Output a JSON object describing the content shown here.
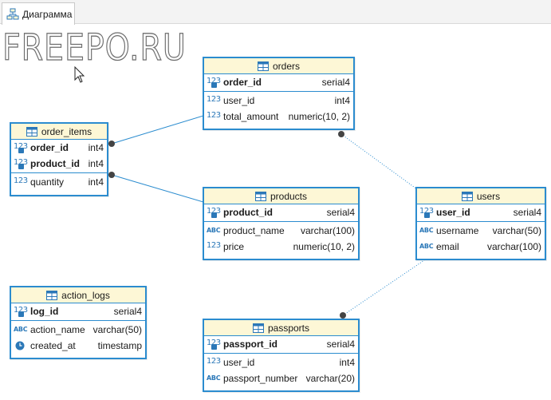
{
  "tab": {
    "label": "Диаграмма"
  },
  "watermark": {
    "text": "FREEPO.RU"
  },
  "entities": {
    "orders": {
      "title": "orders",
      "columns": [
        {
          "name": "order_id",
          "type": "serial4",
          "icon": "number-key-icon"
        },
        {
          "name": "user_id",
          "type": "int4",
          "icon": "number-icon"
        },
        {
          "name": "total_amount",
          "type": "numeric(10, 2)",
          "icon": "number-icon"
        }
      ]
    },
    "order_items": {
      "title": "order_items",
      "columns": [
        {
          "name": "order_id",
          "type": "int4",
          "icon": "number-key-icon"
        },
        {
          "name": "product_id",
          "type": "int4",
          "icon": "number-key-icon"
        },
        {
          "name": "quantity",
          "type": "int4",
          "icon": "number-icon"
        }
      ]
    },
    "products": {
      "title": "products",
      "columns": [
        {
          "name": "product_id",
          "type": "serial4",
          "icon": "number-key-icon"
        },
        {
          "name": "product_name",
          "type": "varchar(100)",
          "icon": "text-icon"
        },
        {
          "name": "price",
          "type": "numeric(10, 2)",
          "icon": "number-icon"
        }
      ]
    },
    "users": {
      "title": "users",
      "columns": [
        {
          "name": "user_id",
          "type": "serial4",
          "icon": "number-key-icon"
        },
        {
          "name": "username",
          "type": "varchar(50)",
          "icon": "text-icon"
        },
        {
          "name": "email",
          "type": "varchar(100)",
          "icon": "text-icon"
        }
      ]
    },
    "action_logs": {
      "title": "action_logs",
      "columns": [
        {
          "name": "log_id",
          "type": "serial4",
          "icon": "number-key-icon"
        },
        {
          "name": "action_name",
          "type": "varchar(50)",
          "icon": "text-icon"
        },
        {
          "name": "created_at",
          "type": "timestamp",
          "icon": "clock-icon"
        }
      ]
    },
    "passports": {
      "title": "passports",
      "columns": [
        {
          "name": "passport_id",
          "type": "serial4",
          "icon": "number-key-icon"
        },
        {
          "name": "user_id",
          "type": "int4",
          "icon": "number-icon"
        },
        {
          "name": "passport_number",
          "type": "varchar(20)",
          "icon": "text-icon"
        }
      ]
    }
  },
  "colors": {
    "border": "#2b8ccf",
    "header": "#fdf7d6",
    "link": "#2b8ccf"
  }
}
